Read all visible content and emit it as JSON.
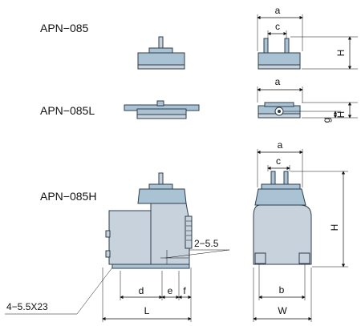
{
  "models": {
    "standard": "APN−085",
    "low": "APN−085L",
    "high": "APN−085H"
  },
  "dimensions": {
    "a": "a",
    "c": "c",
    "H": "H",
    "g": "g",
    "d": "d",
    "e": "e",
    "f": "f",
    "b": "b",
    "L": "L",
    "W": "W"
  },
  "callouts": {
    "side_hole": "2−5.5",
    "mount_holes": "4−5.5X23"
  },
  "colors": {
    "body": "#c8d2dc",
    "cap": "#a9c2d4",
    "outline": "#2e3d4c"
  }
}
